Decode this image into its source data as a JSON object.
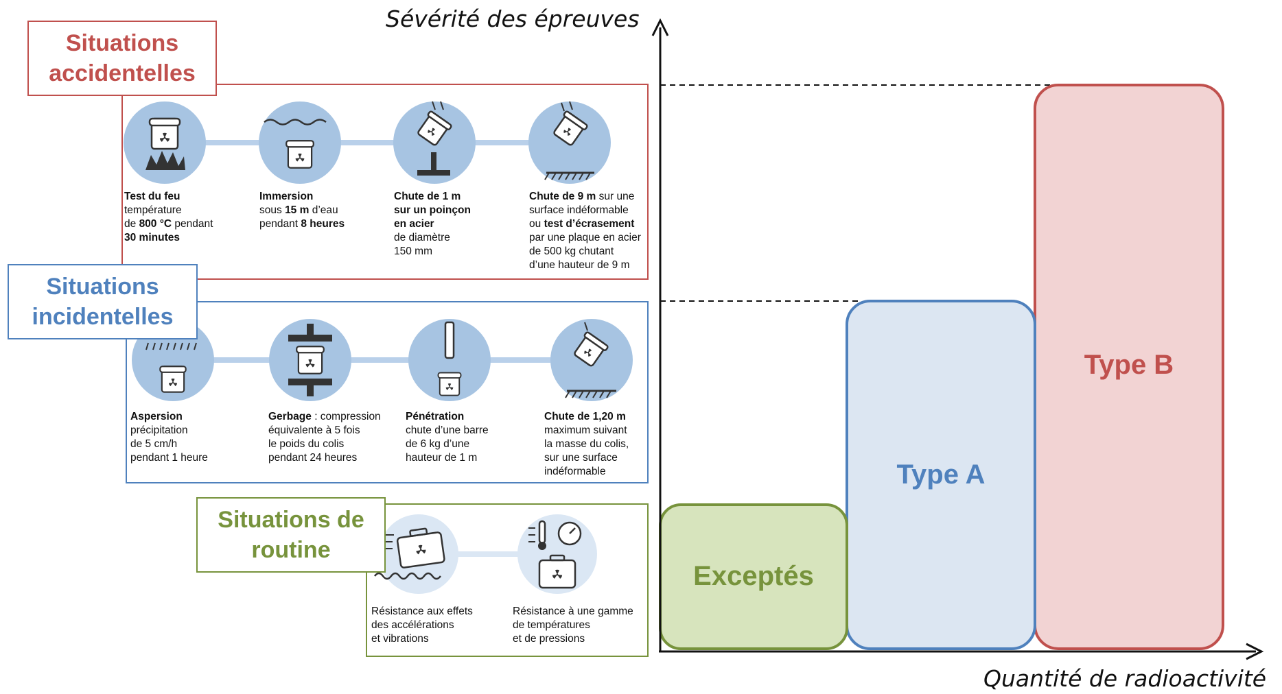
{
  "axes": {
    "y_label": "Sévérité des épreuves",
    "x_label": "Quantité de radioactivité"
  },
  "sections": {
    "accidental": {
      "title": "Situations\naccidentelles",
      "color": "#c0504d",
      "tests": [
        {
          "icon": "fire-test-icon",
          "label": "<b>Test du feu</b><br>température<br>de <b>800 °C</b> pendant<br><b>30 minutes</b>"
        },
        {
          "icon": "immersion-icon",
          "label": "<b>Immersion</b><br>sous <b>15 m</b> d’eau<br>pendant <b>8 heures</b>"
        },
        {
          "icon": "punch-drop-icon",
          "label": "<b>Chute de 1 m</b><br><b>sur un poinçon</b><br><b>en acier</b><br>de diamètre<br>150 mm"
        },
        {
          "icon": "drop-9m-icon",
          "label": "<b>Chute de 9 m</b> sur une<br>surface indéformable<br>ou <b>test d’écrasement</b><br>par une plaque en acier<br>de 500 kg chutant<br>d’une hauteur de 9 m"
        }
      ]
    },
    "incidental": {
      "title": "Situations\nincidentelles",
      "color": "#4f81bd",
      "tests": [
        {
          "icon": "spray-icon",
          "label": "<b>Aspersion</b><br>précipitation<br>de 5 cm/h<br>pendant 1 heure"
        },
        {
          "icon": "stacking-icon",
          "label": "<b>Gerbage</b> : compression<br>équivalente à 5 fois<br>le poids du colis<br>pendant 24 heures"
        },
        {
          "icon": "penetration-icon",
          "label": "<b>Pénétration</b><br>chute d’une barre<br>de 6 kg d’une<br>hauteur de 1 m"
        },
        {
          "icon": "drop-1-20m-icon",
          "label": "<b>Chute de 1,20 m</b><br>maximum suivant<br>la masse du colis,<br>sur une surface<br>indéformable"
        }
      ]
    },
    "routine": {
      "title": "Situations de\nroutine",
      "color": "#77933c",
      "tests": [
        {
          "icon": "vibration-icon",
          "label": "Résistance aux effets<br>des accélérations<br>et vibrations"
        },
        {
          "icon": "temperature-pressure-icon",
          "label": "Résistance à une gamme<br>de températures<br>et de pressions"
        }
      ]
    }
  },
  "package_types": [
    {
      "name": "Exceptés",
      "fill": "#d7e4bd",
      "stroke": "#77933c",
      "text_color": "#77933c"
    },
    {
      "name": "Type A",
      "fill": "#dce6f2",
      "stroke": "#4f81bd",
      "text_color": "#4f81bd"
    },
    {
      "name": "Type B",
      "fill": "#f2d3d3",
      "stroke": "#c0504d",
      "text_color": "#c0504d"
    }
  ],
  "colors": {
    "icon_circle": "#a7c4e2",
    "connector": "#b9d0ea",
    "routine_circle": "#dbe7f4"
  }
}
